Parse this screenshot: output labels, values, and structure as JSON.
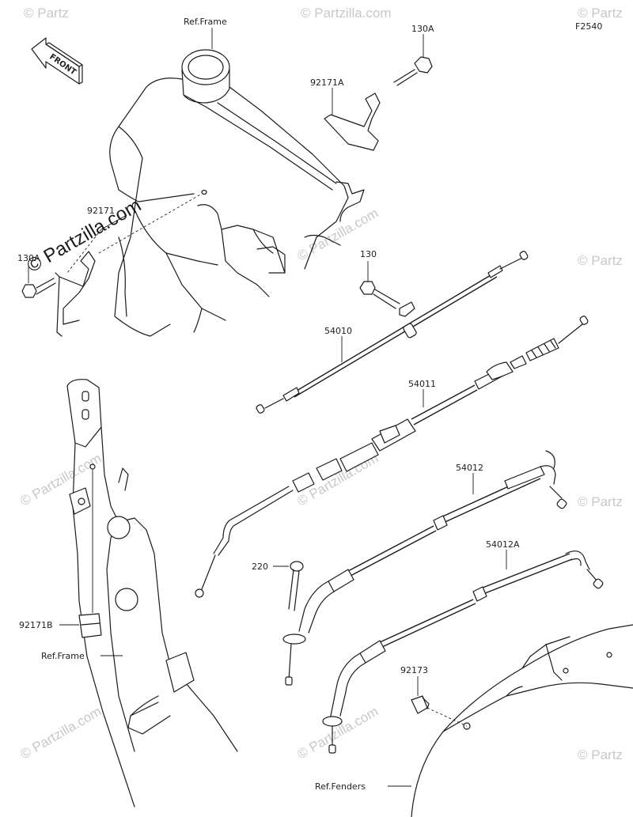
{
  "figure_code": "F2540",
  "direction_label": "FRONT",
  "watermark": "© Partzilla.com",
  "watermark_short": "© Partz",
  "labels": {
    "ref_frame_top": "Ref.Frame",
    "ref_frame_bottom": "Ref.Frame",
    "ref_fenders": "Ref.Fenders",
    "p130A_top": "130A",
    "p130A_left": "130A",
    "p92171A": "92171A",
    "p92171": "92171",
    "p130": "130",
    "p54010": "54010",
    "p54011": "54011",
    "p54012": "54012",
    "p54012A": "54012A",
    "p220": "220",
    "p92171B": "92171B",
    "p92173": "92173"
  },
  "colors": {
    "line": "#1a1a1a",
    "watermark": "#c8c8c8",
    "background": "#ffffff"
  }
}
